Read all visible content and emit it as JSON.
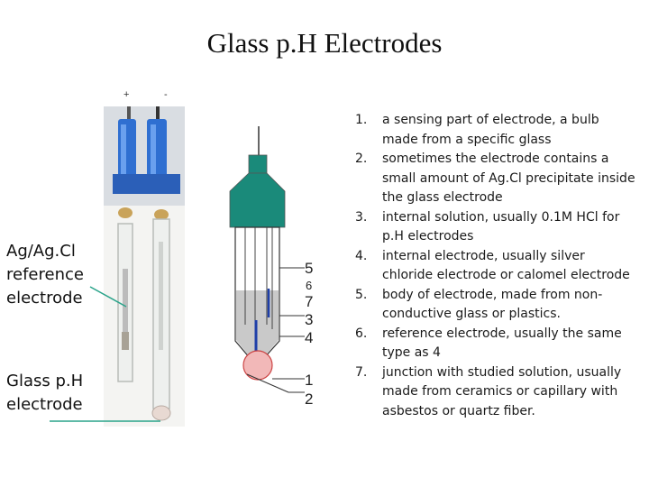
{
  "title": "Glass p.H Electrodes",
  "photo_signs": {
    "plus": "+",
    "minus": "-"
  },
  "labels": {
    "reference": [
      "Ag/Ag.Cl",
      "reference",
      "electrode"
    ],
    "glass": [
      "Glass p.H",
      "electrode"
    ]
  },
  "diagram_numbers": [
    "5",
    "6",
    "7",
    "3",
    "4",
    "1",
    "2"
  ],
  "list": [
    {
      "num": "1.",
      "lines": [
        "a sensing part of electrode, a bulb",
        "made from a specific glass"
      ]
    },
    {
      "num": "2.",
      "lines": [
        "sometimes the electrode contains a",
        "small amount of Ag.Cl precipitate inside",
        "the glass electrode"
      ]
    },
    {
      "num": "3.",
      "lines": [
        "internal solution, usually 0.1M HCl for",
        "p.H electrodes"
      ]
    },
    {
      "num": "4.",
      "lines": [
        "internal electrode, usually silver",
        "chloride electrode or calomel electrode"
      ]
    },
    {
      "num": "5.",
      "lines": [
        "body of electrode, made from non-",
        "conductive glass or plastics."
      ]
    },
    {
      "num": "6.",
      "lines": [
        "reference electrode, usually the same",
        "type as 4"
      ]
    },
    {
      "num": "7.",
      "lines": [
        "junction with studied solution, usually",
        "made from ceramics or capillary with",
        "asbestos or quartz fiber."
      ]
    }
  ],
  "colors": {
    "cap": "#1a8a7a",
    "liquid": "#c9c9c9",
    "bulb": "#f2b8b8",
    "electrode_wire": "#1f3fa8",
    "pointer": "#2aa38a",
    "connector_blue": "#2f6fd1"
  }
}
